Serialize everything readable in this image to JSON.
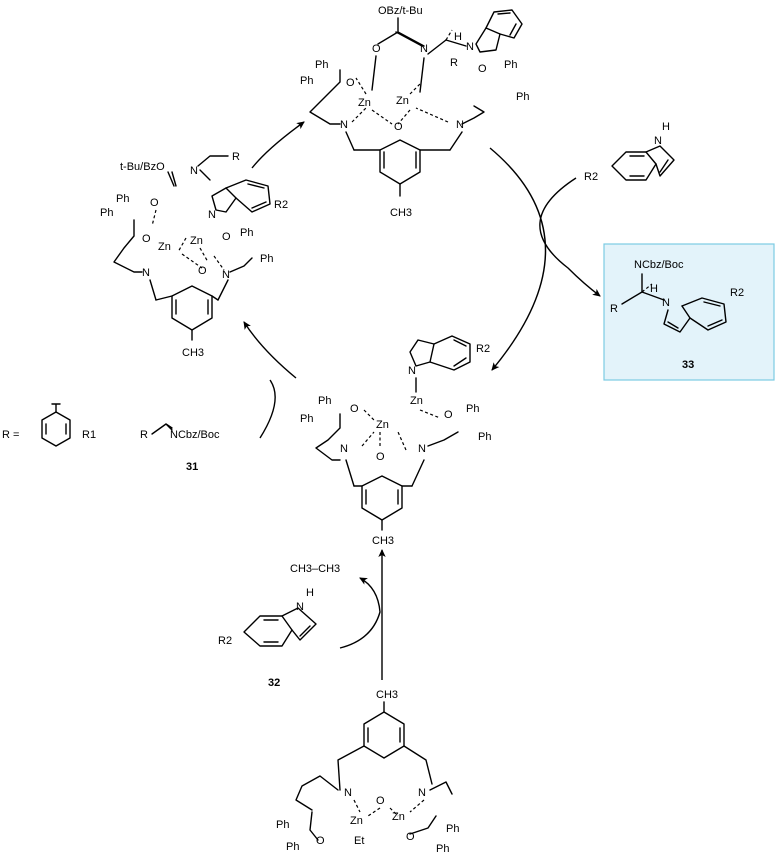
{
  "complex_top": {
    "acyl_label": "OBz/t-Bu",
    "h_label": "H",
    "r_label": "R",
    "ph1": "Ph",
    "ph2": "Ph",
    "ph3": "Ph",
    "ph4": "Ph",
    "o_left": "O",
    "o_right": "O",
    "o_center": "O",
    "o_acyl": "O",
    "n_imine": "N",
    "n_pip": "N",
    "n_az": "N",
    "n_indole": "N",
    "zn1": "Zn",
    "zn2": "Zn",
    "methyl": "CH3"
  },
  "complex_left": {
    "acyl_label": "t-Bu/BzO",
    "r_label": "R",
    "n_imine": "N",
    "r2_label": "R2",
    "n_indole": "N",
    "ph1": "Ph",
    "ph2": "Ph",
    "ph3": "Ph",
    "ph4": "Ph",
    "o_left": "O",
    "o_right": "O",
    "o_center": "O",
    "o_acyl": "O",
    "zn1": "Zn",
    "zn2": "Zn",
    "n_pip": "N",
    "n_az": "N",
    "methyl": "CH3"
  },
  "complex_center": {
    "n_indole": "N",
    "r2_label": "R2",
    "ph1": "Ph",
    "ph2": "Ph",
    "ph3": "Ph",
    "ph4": "Ph",
    "o_left": "O",
    "o_right": "O",
    "o_center": "O",
    "zn1": "Zn",
    "zn2": "Zn",
    "n_pip": "N",
    "n_az": "N",
    "methyl": "CH3"
  },
  "precatalyst": {
    "methyl": "CH3",
    "n_pip": "N",
    "n_az": "N",
    "o_center": "O",
    "zn1": "Zn",
    "zn2": "Zn",
    "et": "Et",
    "o_left": "O",
    "o_right": "O",
    "ph1": "Ph",
    "ph2": "Ph",
    "ph3": "Ph",
    "ph4": "Ph"
  },
  "reagent_indole_right": {
    "r2_label": "R2",
    "nh_label": "H",
    "n_label": "N"
  },
  "reagent_indole_32": {
    "r2_label": "R2",
    "nh_label": "H",
    "n_label": "N",
    "number": "32"
  },
  "reagent_imine_31": {
    "r_label": "R",
    "pg_label": "NCbz/Boc",
    "number": "31"
  },
  "r_definition": {
    "prefix": "R =",
    "substituent": "R1"
  },
  "byproduct": {
    "label": "CH3–CH3"
  },
  "product_33": {
    "pg_label": "NCbz/Boc",
    "h_label": "H",
    "r_label": "R",
    "n_label": "N",
    "r2_label": "R2",
    "number": "33",
    "box_fill": "#e3f3fa",
    "box_stroke": "#7ccbe3"
  }
}
